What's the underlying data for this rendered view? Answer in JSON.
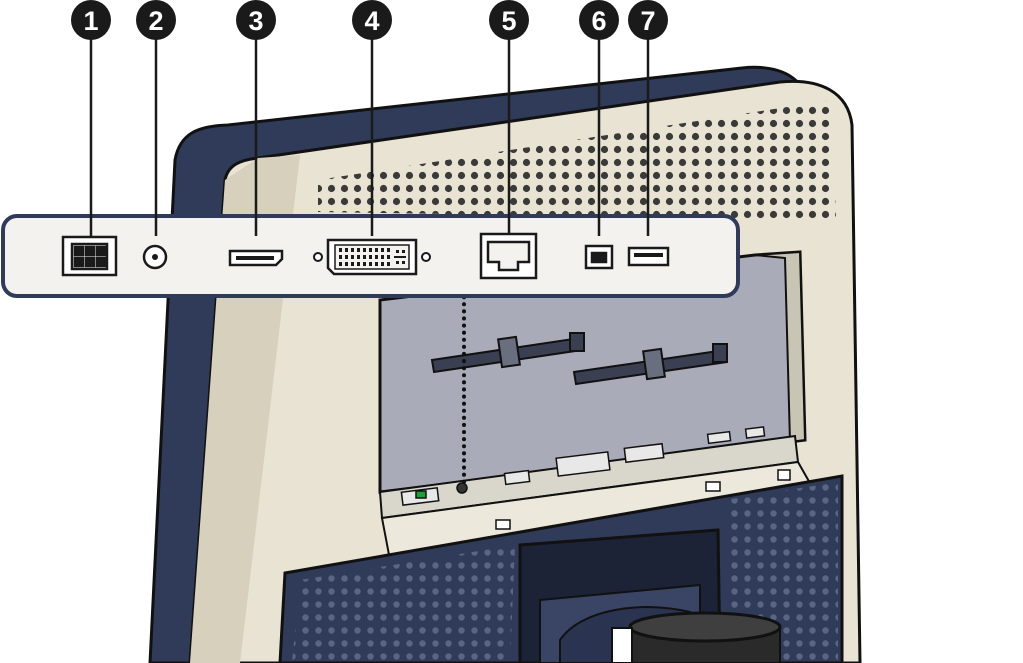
{
  "diagram": {
    "callouts": [
      {
        "number": "1",
        "port_icon": "power-connector-icon"
      },
      {
        "number": "2",
        "port_icon": "audio-jack-icon"
      },
      {
        "number": "3",
        "port_icon": "displayport-icon"
      },
      {
        "number": "4",
        "port_icon": "dvi-port-icon"
      },
      {
        "number": "5",
        "port_icon": "ethernet-port-icon"
      },
      {
        "number": "6",
        "port_icon": "usb-b-port-icon"
      },
      {
        "number": "7",
        "port_icon": "usb-a-port-icon"
      }
    ],
    "colors": {
      "bezel_navy": "#2f3b59",
      "housing_beige": "#e8e3d3",
      "housing_shadow": "#cfc9b6",
      "panel_fill": "#f3f2ee",
      "panel_border": "#2f3b59",
      "bay_gray": "#a9acb8",
      "marker_black": "#1a1a1a",
      "accent_green": "#1e9e3a"
    }
  }
}
